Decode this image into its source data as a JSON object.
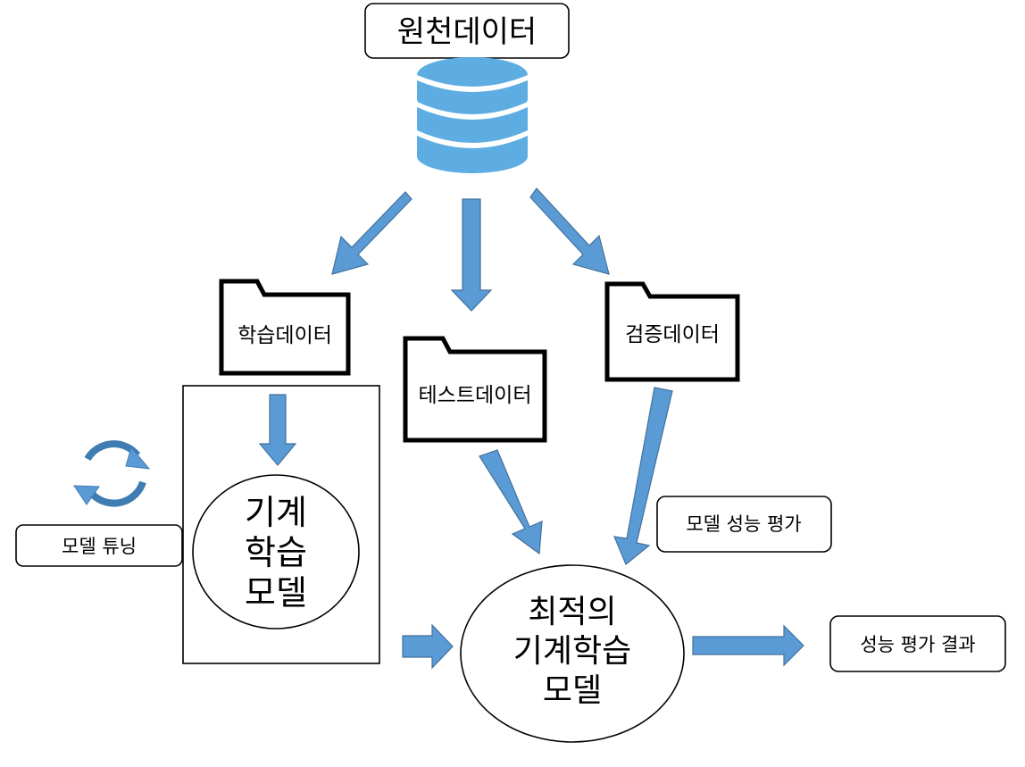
{
  "source": {
    "label": "원천데이터",
    "icon": "database-icon"
  },
  "datasets": {
    "train": "학습데이터",
    "test": "테스트데이터",
    "validation": "검증데이터"
  },
  "training_model": {
    "line1": "기계",
    "line2": "학습",
    "line3": "모델"
  },
  "tuning": {
    "label": "모델 튜닝",
    "icon": "refresh-cycle-icon"
  },
  "evaluation": {
    "label": "모델 성능 평가"
  },
  "optimal_model": {
    "line1": "최적의",
    "line2": "기계학습",
    "line3": "모델"
  },
  "result": {
    "label": "성능 평가 결과"
  },
  "colors": {
    "arrow_fill": "#5b9bd5",
    "arrow_stroke": "#41719c",
    "database": "#5dade2"
  }
}
